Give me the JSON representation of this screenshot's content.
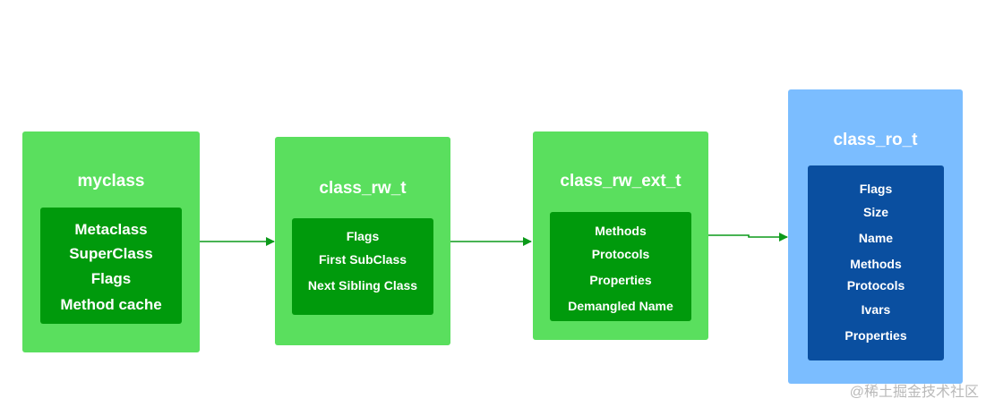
{
  "colors": {
    "green_outer": "#5ADF5E",
    "green_inner": "#009A0C",
    "blue_outer": "#7BBDFF",
    "blue_inner": "#0A4FA0",
    "arrow": "#0C9A1A",
    "text": "#FFFFFF"
  },
  "nodes": [
    {
      "id": "myclass",
      "title": "myclass",
      "fields": [
        "Metaclass",
        "SuperClass",
        "Flags",
        "Method cache"
      ]
    },
    {
      "id": "class_rw_t",
      "title": "class_rw_t",
      "fields": [
        "Flags",
        "First SubClass",
        "Next Sibling Class"
      ]
    },
    {
      "id": "class_rw_ext_t",
      "title": "class_rw_ext_t",
      "fields": [
        "Methods",
        "Protocols",
        "Properties",
        "Demangled Name"
      ]
    },
    {
      "id": "class_ro_t",
      "title": "class_ro_t",
      "fields": [
        "Flags",
        "Size",
        "Name",
        "Methods",
        "Protocols",
        "Ivars",
        "Properties"
      ]
    }
  ],
  "edges": [
    {
      "from": "myclass",
      "to": "class_rw_t"
    },
    {
      "from": "class_rw_t",
      "to": "class_rw_ext_t"
    },
    {
      "from": "class_rw_ext_t",
      "to": "class_ro_t"
    }
  ],
  "watermark": "@稀土掘金技术社区"
}
